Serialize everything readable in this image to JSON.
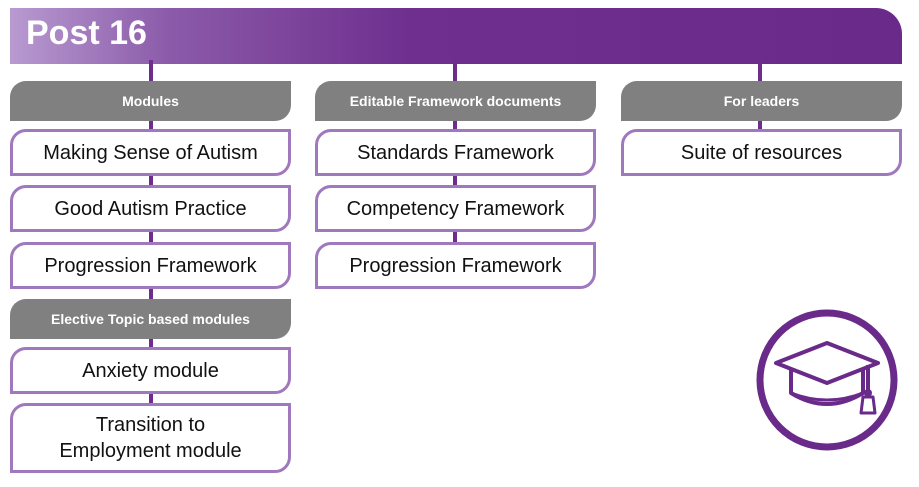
{
  "title": "Post 16",
  "columns": {
    "modules": {
      "header": "Modules",
      "items": [
        "Making Sense of Autism",
        "Good Autism Practice",
        "Progression Framework"
      ],
      "sub_header": "Elective Topic based modules",
      "sub_items": [
        "Anxiety module"
      ],
      "transition": {
        "line1": "Transition to",
        "line2": "Employment module"
      }
    },
    "framework": {
      "header": "Editable Framework documents",
      "items": [
        "Standards Framework",
        "Competency Framework",
        "Progression Framework"
      ]
    },
    "leaders": {
      "header": "For leaders",
      "items": [
        "Suite of resources"
      ]
    }
  },
  "icon": "graduation-cap-icon",
  "colors": {
    "purple": "#6a2a8a",
    "border": "#9f78bd",
    "gray": "#808080"
  }
}
